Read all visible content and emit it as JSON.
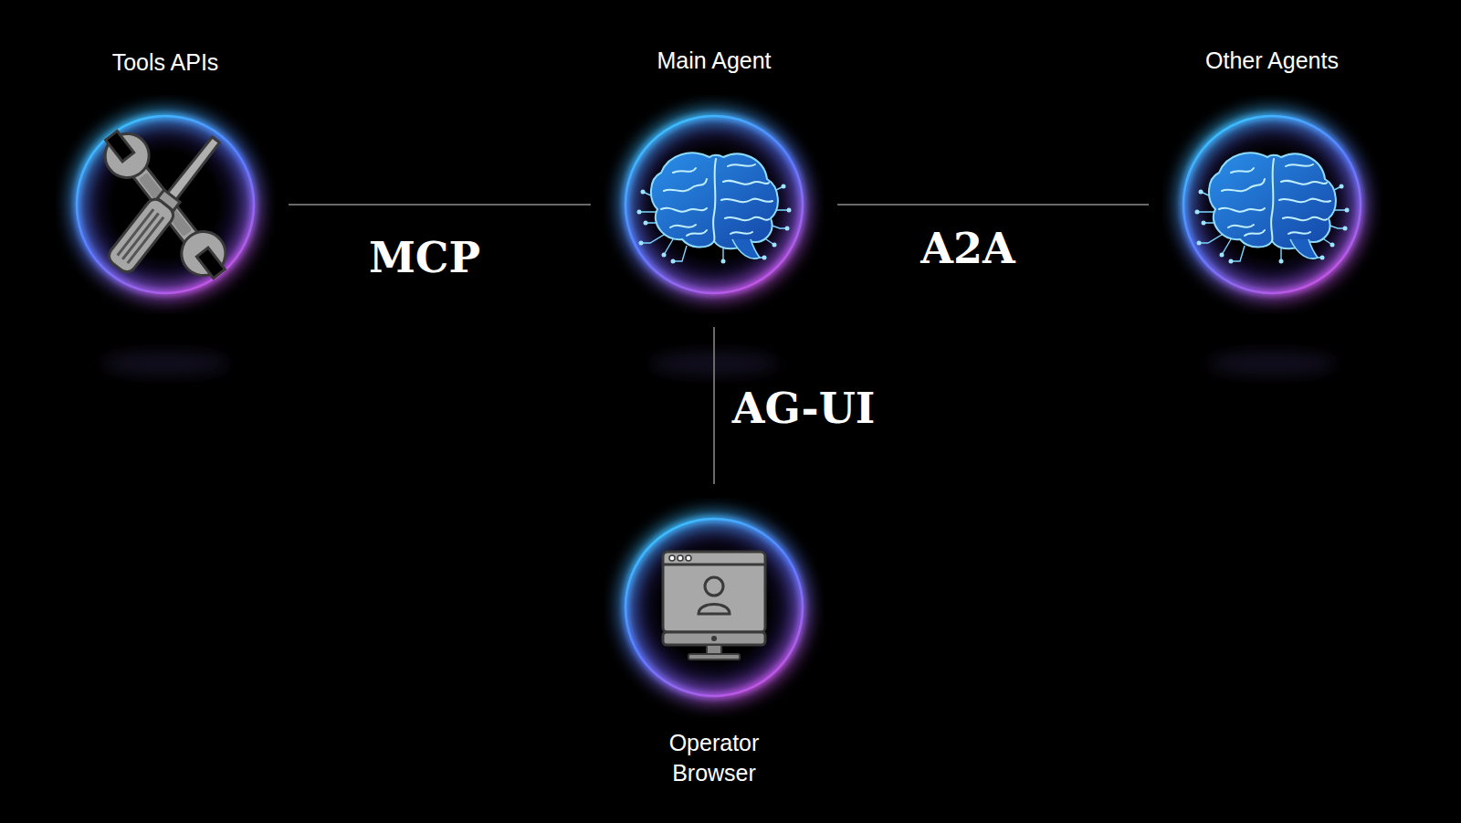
{
  "diagram": {
    "nodes": [
      {
        "text": [
          "Tools APIs"
        ]
      },
      {
        "text": [
          "Main Agent"
        ]
      },
      {
        "text": [
          "Other Agents"
        ]
      },
      {
        "text": [
          "Operator Browser"
        ]
      }
    ],
    "edges": [
      {
        "from": 0,
        "to": 1,
        "label": "MCP",
        "arrow": "none"
      },
      {
        "from": 1,
        "to": 2,
        "label": "A2A",
        "arrow": "none"
      },
      {
        "from": 1,
        "to": 3,
        "label": "AG-UI",
        "arrow": "none"
      }
    ]
  }
}
